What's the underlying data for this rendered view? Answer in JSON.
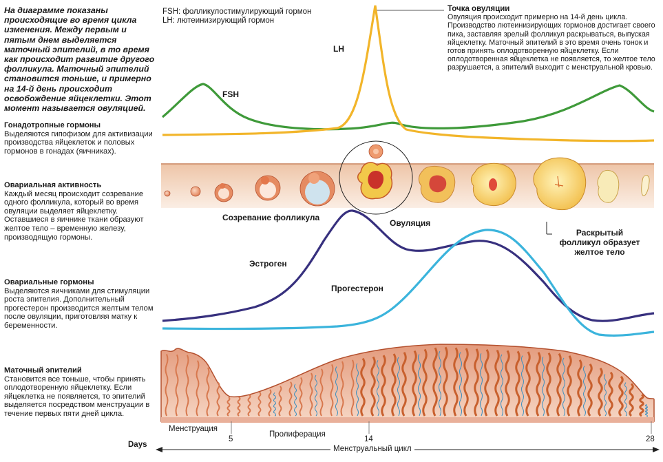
{
  "intro_text": "На диаграмме показаны происходящие во время цикла изменения. Между первым и пятым днем выделяется маточный эпителий, в то время как происходит развитие другого фолликула. Маточный эпителий становится тоньше, и примерно на 14-й день происходит освобождение яйцеклетки. Этот момент называется овуляцией.",
  "sections": {
    "gonad": {
      "title": "Гонадотропные гормоны",
      "body": "Выделяются гипофизом для активизации производства яйцеклеток и половых гормонов в гонадах (яичниках)."
    },
    "ovarian_activity": {
      "title": "Овариальная активность",
      "body": "Каждый месяц происходит созревание одного фолликула, который во время овуляции выделяет яйцеклетку. Оставшиеся в яичнике ткани образуют желтое тело – временную железу, производящую гормоны."
    },
    "ovarian_hormones": {
      "title": "Овариальные гормоны",
      "body": "Выделяются яичниками для стимуляции роста эпителия. Дополнительный прогестерон производится желтым телом после овуляции, приготовляя матку к беременности."
    },
    "epithelium": {
      "title": "Маточный эпителий",
      "body": "Становится все тоньше, чтобы принять оплодотворенную яйцеклетку. Если яйцеклетка не появляется, то эпителий выделяется посредством менструации в течение первых пяти дней цикла."
    }
  },
  "legend": {
    "fsh": "FSH: фолликулостимулирующий гормон",
    "lh": "LH: лютеинизирующий гормон"
  },
  "ovulation_point": {
    "title": "Точка овуляции",
    "body": "Овуляция происходит примерно на 14-й день цикла. Производство лютеинизирующих гормонов достигает своего пика, заставляя зрелый фолликул раскрываться, выпуская яйцеклетку. Маточный эпителий в это время очень тонок и готов принять оплодотворенную яйцеклетку. Если оплодотворенная яйцеклетка не появляется, то желтое тело разрушается, а эпителий выходит с менструальной кровью."
  },
  "labels": {
    "lh": "LH",
    "fsh": "FSH",
    "maturation": "Созревание фолликула",
    "ovulation": "Овуляция",
    "corpus_luteum": "Раскрытый фолликул образует желтое тело",
    "estrogen": "Эстроген",
    "progesterone": "Прогестерон"
  },
  "axis": {
    "days_label": "Days",
    "menstruation": "Менструация",
    "proliferation": "Пролиферация",
    "cycle_label": "Менструальный цикл",
    "tick_5": "5",
    "tick_14": "14",
    "tick_28": "28"
  },
  "colors": {
    "lh": "#f2b52a",
    "fsh": "#3f9a3a",
    "estrogen": "#37307e",
    "progesterone": "#3bb4dc",
    "ovary_band": "#f2d9c6",
    "epithelium": "#e8a78a"
  }
}
